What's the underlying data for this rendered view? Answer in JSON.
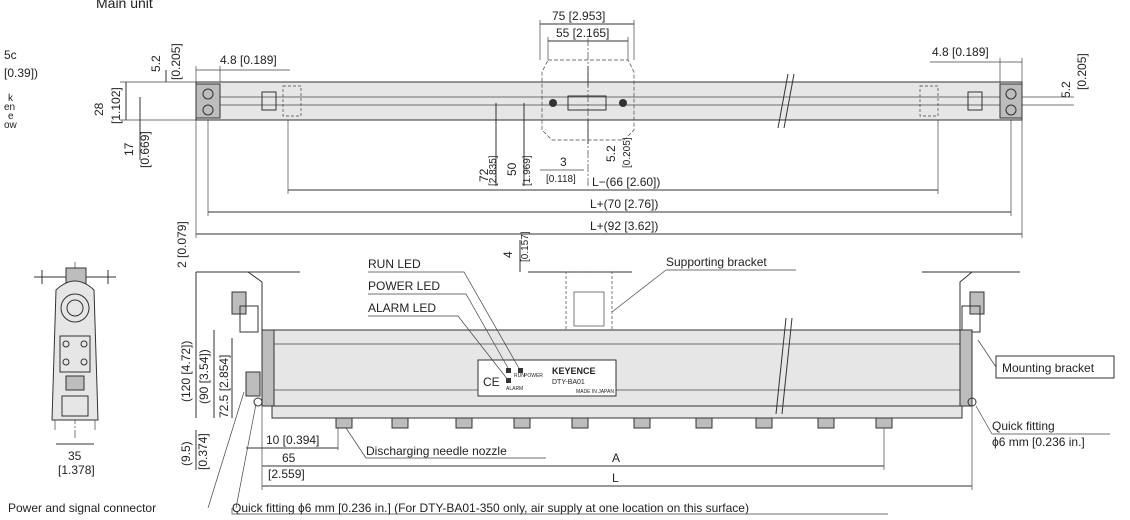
{
  "title": "Main unit",
  "edge_text": [
    "5c",
    "[0.39])",
    "k",
    "en",
    "e",
    "ow"
  ],
  "top_view": {
    "dims": {
      "d75": "75 [2.953]",
      "d55": "55 [2.165]",
      "d52_left": "5.2",
      "d52_left_in": "[0.205]",
      "d48_left": "4.8 [0.189]",
      "d48_right": "4.8 [0.189]",
      "d52_right": "5.2",
      "d52_right_in": "[0.205]",
      "d28": "28",
      "d28_in": "[1.102]",
      "d17": "17",
      "d17_in": "[0.669]",
      "d72": "72",
      "d72_in": "[2.835]",
      "d50": "50",
      "d50_in": "[1.969]",
      "d3": "3",
      "d3_in": "[0.118]",
      "d52_mid": "5.2",
      "d52_mid_in": "[0.205]",
      "l_minus": "L−(66 [2.60])",
      "l_plus70": "L+(70 [2.76])",
      "l_plus92": "L+(92 [3.62])",
      "d2": "2 [0.079]",
      "d4": "4",
      "d4_in": "[0.157]"
    }
  },
  "front_view": {
    "labels": {
      "run_led": "RUN LED",
      "power_led": "POWER LED",
      "alarm_led": "ALARM LED",
      "supporting_bracket": "Supporting bracket",
      "mounting_bracket": "Mounting bracket",
      "quick_fitting_right": "Quick fitting",
      "quick_fitting_right_size": "ϕ6 mm [0.236 in.]",
      "discharging_nozzle": "Discharging needle nozzle",
      "power_signal": "Power and signal connector",
      "quick_fitting_bottom": "Quick fitting ϕ6 mm [0.236 in.] (For DTY-BA01-350 only, air supply at one location on this surface)"
    },
    "plate": {
      "brand": "KEYENCE",
      "model": "DTY-BA01",
      "ce": "CE",
      "run_tiny": "RUN",
      "power_tiny": "POWER",
      "alarm_tiny": "ALARM",
      "made_in": "MADE IN JAPAN"
    },
    "dims": {
      "d120": "(120 [4.72])",
      "d90": "(90 [3.54])",
      "d725": "72.5 [2.854]",
      "d95": "(9.5)",
      "d95_in": "[0.374]",
      "d10": "10 [0.394]",
      "d65": "65",
      "d65_in": "[2.559]",
      "a": "A",
      "l": "L"
    }
  },
  "side_view": {
    "d35": "35",
    "d35_in": "[1.378]"
  }
}
